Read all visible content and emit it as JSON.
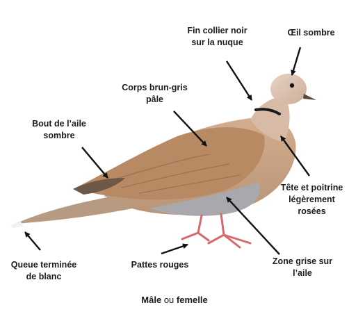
{
  "labels": {
    "collar": "Fin collier noir\nsur la nuque",
    "eye": "Œil sombre",
    "body": "Corps brun-gris\npâle",
    "wingtip": "Bout de l’aile\nsombre",
    "head": "Tête et poitrine\nlégèrement\nrosées",
    "tail": "Queue terminée\nde blanc",
    "legs": "Pattes rouges",
    "grey": "Zone grise sur\nl’aile"
  },
  "caption": {
    "male": "Mâle",
    "or": "ou",
    "female": "femelle"
  },
  "colors": {
    "body": "#c9a383",
    "wing": "#b88c68",
    "head": "#d9bfae",
    "grey_zone": "#a7a7ab",
    "legs": "#d86a6a",
    "arrow": "#111111"
  }
}
